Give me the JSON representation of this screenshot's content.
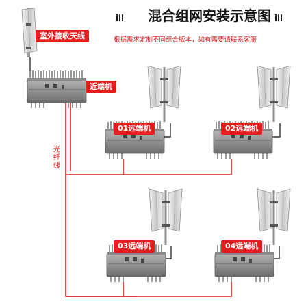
{
  "title": "混合组网安装示意图",
  "subtitle": "根据需求定制不同组合版本，如有需要请联系客服",
  "labels": {
    "outdoor_antenna": "室外接收天线",
    "near_end": "近端机",
    "fiber": "光纤线",
    "remote_01": "01远端机",
    "remote_02": "02远端机",
    "remote_03": "03远端机",
    "remote_04": "04远端机"
  },
  "colors": {
    "accent": "#e41e1e",
    "fiber_line": "#e21b1b",
    "title_text": "#111111",
    "device_body": "#9a9a9a",
    "cable": "#333333"
  }
}
